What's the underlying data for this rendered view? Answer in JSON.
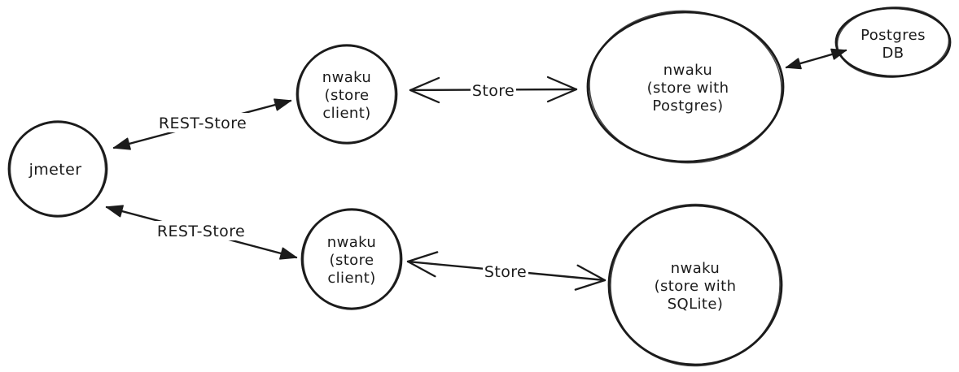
{
  "diagram": {
    "background_color": "#ffffff",
    "stroke_color": "#1b1b1b",
    "nodes": {
      "jmeter": {
        "lines": [
          "jmeter"
        ]
      },
      "nwaku_client_top": {
        "lines": [
          "nwaku",
          "(store",
          "client)"
        ]
      },
      "nwaku_store_postgres": {
        "lines": [
          "nwaku",
          "(store with",
          "Postgres)"
        ]
      },
      "postgres_db": {
        "lines": [
          "Postgres",
          "DB"
        ]
      },
      "nwaku_client_bottom": {
        "lines": [
          "nwaku",
          "(store",
          "client)"
        ]
      },
      "nwaku_store_sqlite": {
        "lines": [
          "nwaku",
          "(store with",
          "SQLite)"
        ]
      }
    },
    "edges": {
      "rest_store_top": {
        "label": "REST-Store"
      },
      "store_top": {
        "label": "Store"
      },
      "postgres_db_link": {
        "label": ""
      },
      "rest_store_bottom": {
        "label": "REST-Store"
      },
      "store_bottom": {
        "label": "Store"
      }
    }
  }
}
